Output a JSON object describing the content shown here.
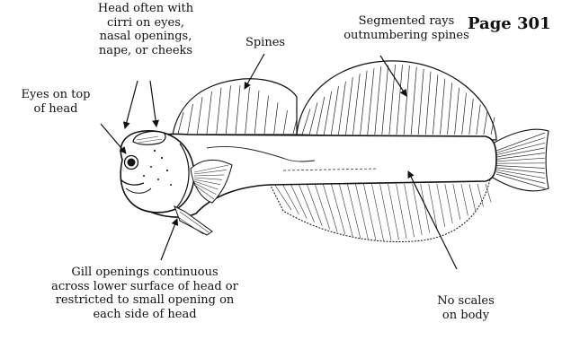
{
  "page_label": "Page 301",
  "labels": {
    "head_cirri": [
      "Head often with",
      "cirri on eyes,",
      "nasal openings,",
      "nape, or cheeks"
    ],
    "eyes": [
      "Eyes on top",
      "of head"
    ],
    "spines": [
      "Spines"
    ],
    "segmented_rays": [
      "Segmented rays",
      "outnumbering spines"
    ],
    "gill_openings": [
      "Gill openings continuous",
      "across lower surface of head or",
      "restricted to small opening on",
      "each side of head"
    ],
    "no_scales": [
      "No scales",
      "on body"
    ]
  },
  "colors": {
    "ink": "#111111",
    "background": "#ffffff"
  }
}
